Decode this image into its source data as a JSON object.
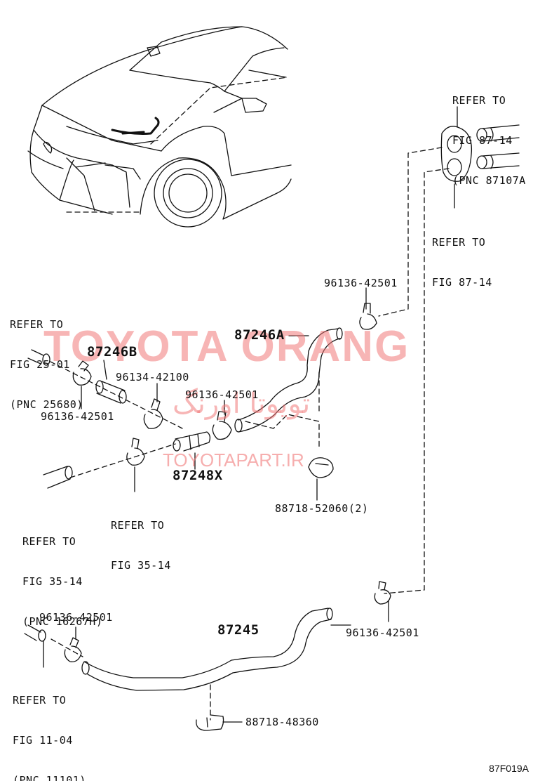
{
  "labels": {
    "refer_fig87_top": [
      "REFER TO",
      "FIG 87-14",
      "(PNC 87107A"
    ],
    "refer_fig87_bottom": [
      "REFER TO",
      "FIG 87-14"
    ],
    "refer_fig25": [
      "REFER TO",
      "FIG 25-01",
      "(PNC 25680)"
    ],
    "refer_fig35_left": [
      "REFER TO",
      "FIG 35-14",
      "(PNC 16267H)"
    ],
    "refer_fig35_mid": [
      "REFER TO",
      "FIG 35-14"
    ],
    "refer_fig11": [
      "REFER TO",
      "FIG 11-04",
      "(PNC 11101)"
    ],
    "clamp_upper_right": "96136-42501",
    "hose_87246a": "87246A",
    "hose_87246b": "87246B",
    "clamp_96134": "96134-42100",
    "clamp_mid": "96136-42501",
    "clamp_left": "96136-42501",
    "joint_87248x": "87248X",
    "clip_88718_52060": "88718-52060(2)",
    "clamp_lower_left": "96136-42501",
    "hose_87245": "87245",
    "clamp_lower_right": "96136-42501",
    "clip_88718_48360": "88718-48360",
    "figure_code": "87F019A"
  },
  "watermark": {
    "main": "TOYOTA ORANG",
    "persian": "تویوتا اورنگ",
    "site": "TOYOTAPART.IR",
    "color": "#f07878"
  }
}
